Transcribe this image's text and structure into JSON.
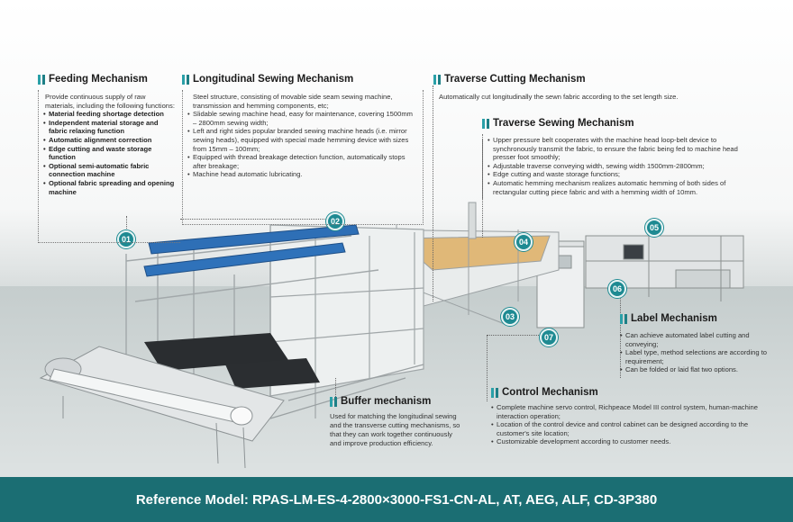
{
  "sections": {
    "feeding": {
      "title": "Feeding Mechanism",
      "intro": "Provide continuous supply of raw materials, including the following functions:",
      "items": [
        "Material feeding shortage detection",
        "Independent material storage and fabric relaxing function",
        "Automatic alignment correction",
        "Edge cutting and waste storage function",
        "Optional semi-automatic fabric connection machine",
        "Optional fabric spreading and opening machine"
      ]
    },
    "longitudinal": {
      "title": "Longitudinal Sewing Mechanism",
      "intro": "Steel structure, consisting of movable side seam sewing machine, transmission and hemming components, etc;",
      "items": [
        "Slidable sewing machine head, easy for maintenance, covering 1500mm – 2800mm sewing width;",
        "Left and right sides popular branded sewing machine heads (i.e. mirror sewing heads), equipped with special made hemming device with sizes from 15mm – 100mm;",
        "Equipped with thread breakage detection function,  automatically stops after breakage;",
        "Machine head automatic lubricating."
      ]
    },
    "traverse_cutting": {
      "title": "Traverse Cutting Mechanism",
      "text": "Automatically cut longitudinally the sewn fabric according to the set length size."
    },
    "traverse_sewing": {
      "title": "Traverse Sewing Mechanism",
      "items": [
        "Upper pressure belt cooperates with the machine head loop-belt device to synchronously transmit the fabric, to ensure the fabric being fed to machine head presser foot smoothly;",
        "Adjustable traverse conveying width, sewing width 1500mm-2800mm;",
        "Edge cutting and waste storage functions;",
        "Automatic hemming mechanism realizes automatic hemming of both sides of rectangular cutting piece fabric and with a hemming width of 10mm."
      ]
    },
    "label": {
      "title": "Label Mechanism",
      "items": [
        "Can achieve automated label cutting and conveying;",
        "Label type, method selections are according to requirement;",
        "Can be folded or laid flat two options."
      ]
    },
    "buffer": {
      "title": "Buffer mechanism",
      "text": "Used for matching the longitudinal sewing and the transverse cutting mechanisms, so that they can work together continuously and improve production efficiency."
    },
    "control": {
      "title": "Control Mechanism",
      "items": [
        "Complete machine servo control, Richpeace Model III control system, human-machine interaction operation;",
        "Location of the control device and control cabinet can be designed according to the customer's site location;",
        "Customizable development according to customer needs."
      ]
    }
  },
  "markers": [
    "01",
    "02",
    "03",
    "04",
    "05",
    "06",
    "07"
  ],
  "footer": "Reference Model: RPAS-LM-ES-4-2800×3000-FS1-CN-AL, AT, AEG, ALF, CD-3P380",
  "colors": {
    "accent": "#1e8a92",
    "footer_bg": "#1b6e73"
  }
}
